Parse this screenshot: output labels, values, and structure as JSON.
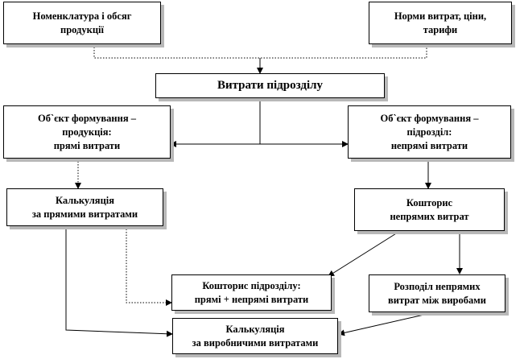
{
  "diagram": {
    "boxes": {
      "nomenclature": [
        "Номенклатура і обсяг",
        "продукції"
      ],
      "norms": [
        "Норми витрат, ціни,",
        "тарифи"
      ],
      "unit_costs": [
        "Витрати підрозділу"
      ],
      "object_product": [
        "Об`єкт формування –",
        "продукція:",
        "прямі витрати"
      ],
      "object_unit": [
        "Об`єкт формування –",
        "підрозділ:",
        "непрямі витрати"
      ],
      "calc_direct": [
        "Калькуляція",
        "за прямими витратами"
      ],
      "budget_indirect": [
        "Кошторис",
        "непрямих витрат"
      ],
      "budget_unit": [
        "Кошторис підрозділу:",
        "прямі + непрямі витрати"
      ],
      "distribution": [
        "Розподіл непрямих",
        "витрат між виробами"
      ],
      "calc_production": [
        "Калькуляція",
        "за виробничими витратами"
      ]
    },
    "colors": {
      "border": "#000000",
      "shadow": "#b8b8b8",
      "background": "#ffffff"
    }
  }
}
